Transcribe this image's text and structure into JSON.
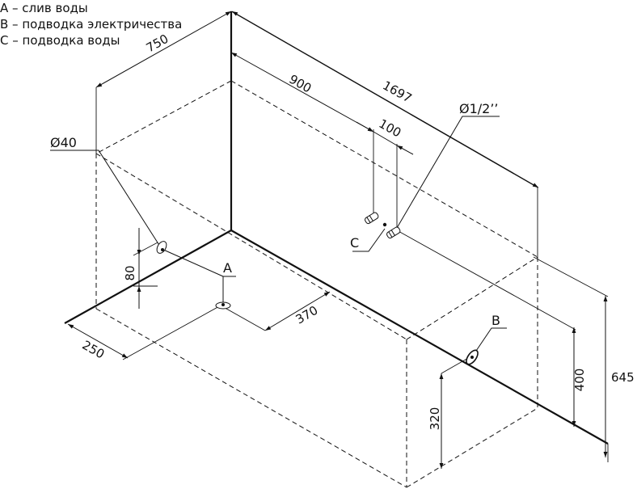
{
  "legend": [
    "A – слив воды",
    "B – подводка электричества",
    "C – подводка воды"
  ],
  "dimensions": {
    "d750": "750",
    "d900": "900",
    "d1697": "1697",
    "d100": "100",
    "d80": "80",
    "d250": "250",
    "d370": "370",
    "d320": "320",
    "d400": "400",
    "d645": "645"
  },
  "callouts": {
    "drain_diameter": "Ø40",
    "pipe_diameter": "Ø1/2’’",
    "label_a": "A",
    "label_b": "B",
    "label_c": "C"
  },
  "colors": {
    "line": "#111111",
    "background": "#ffffff"
  }
}
